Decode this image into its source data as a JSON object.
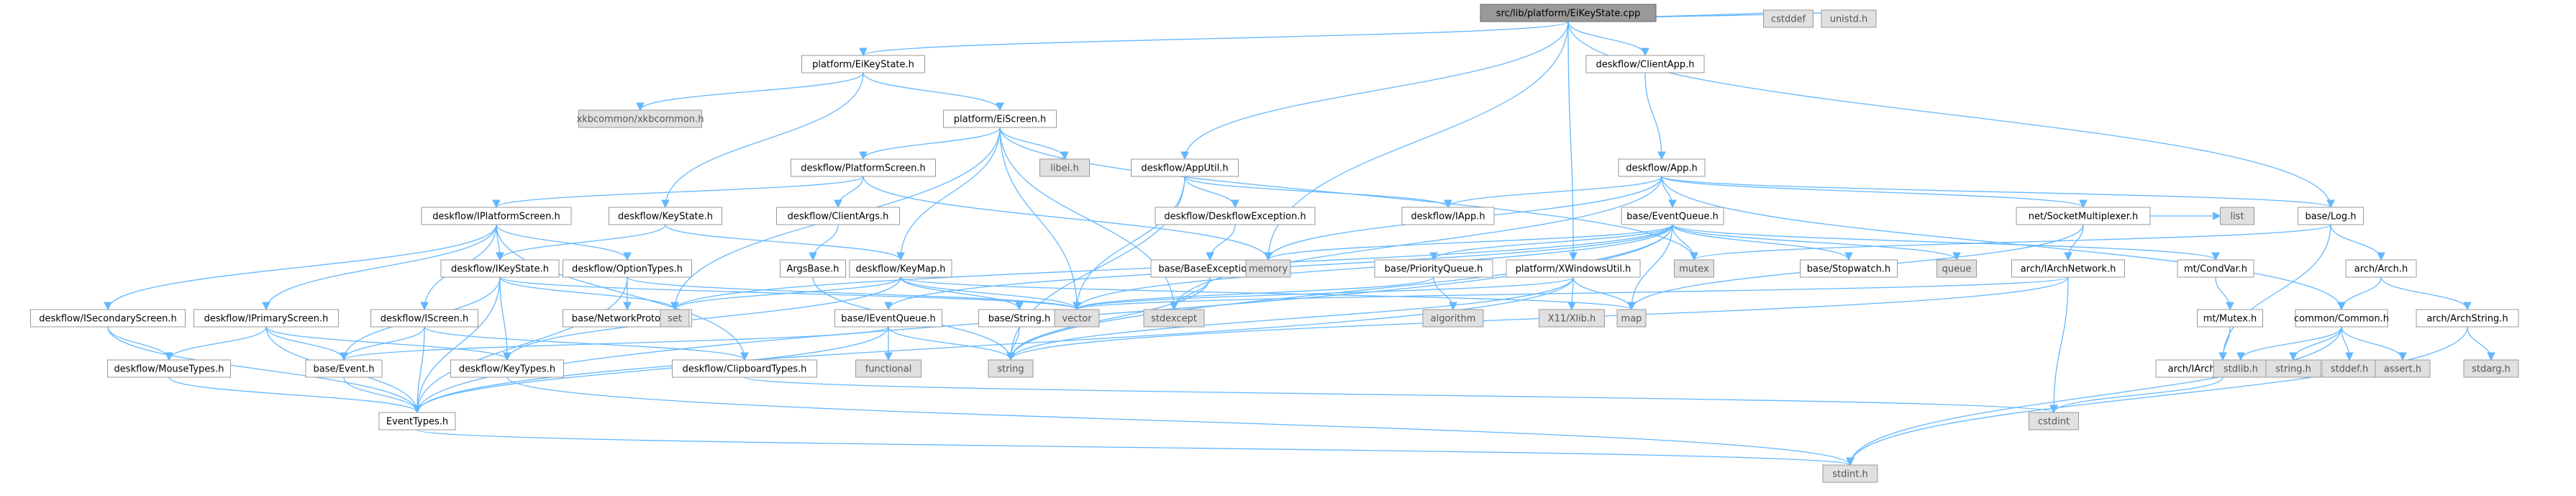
{
  "diagram": {
    "nodes": [
      {
        "id": "root",
        "label": "src/lib/platform/EiKeyState.cpp",
        "kind": "root"
      },
      {
        "id": "eikeystate_h",
        "label": "platform/EiKeyState.h",
        "kind": "doc"
      },
      {
        "id": "xkbcommon",
        "label": "xkbcommon/xkbcommon.h",
        "kind": "sys"
      },
      {
        "id": "eiscreen_h",
        "label": "platform/EiScreen.h",
        "kind": "doc"
      },
      {
        "id": "libei",
        "label": "libei.h",
        "kind": "sys"
      },
      {
        "id": "platformscreen",
        "label": "deskflow/PlatformScreen.h",
        "kind": "doc"
      },
      {
        "id": "iplatformscreen",
        "label": "deskflow/IPlatformScreen.h",
        "kind": "doc"
      },
      {
        "id": "keystate",
        "label": "deskflow/KeyState.h",
        "kind": "doc"
      },
      {
        "id": "clientargs",
        "label": "deskflow/ClientArgs.h",
        "kind": "doc"
      },
      {
        "id": "argsbase",
        "label": "ArgsBase.h",
        "kind": "doc"
      },
      {
        "id": "ikeystate",
        "label": "deskflow/IKeyState.h",
        "kind": "doc"
      },
      {
        "id": "optiontypes",
        "label": "deskflow/OptionTypes.h",
        "kind": "doc"
      },
      {
        "id": "netproto",
        "label": "base/NetworkProtocol.h",
        "kind": "doc"
      },
      {
        "id": "isecondary",
        "label": "deskflow/ISecondaryScreen.h",
        "kind": "doc"
      },
      {
        "id": "iprimary",
        "label": "deskflow/IPrimaryScreen.h",
        "kind": "doc"
      },
      {
        "id": "iscreen",
        "label": "deskflow/IScreen.h",
        "kind": "doc"
      },
      {
        "id": "mousetypes",
        "label": "deskflow/MouseTypes.h",
        "kind": "doc"
      },
      {
        "id": "baseevent",
        "label": "base/Event.h",
        "kind": "doc"
      },
      {
        "id": "keytypes",
        "label": "deskflow/KeyTypes.h",
        "kind": "doc"
      },
      {
        "id": "clipboardtypes",
        "label": "deskflow/ClipboardTypes.h",
        "kind": "doc"
      },
      {
        "id": "eventtypes",
        "label": "EventTypes.h",
        "kind": "doc"
      },
      {
        "id": "appuntil",
        "label": "deskflow/AppUtil.h",
        "kind": "doc"
      },
      {
        "id": "deskflowexc",
        "label": "deskflow/DeskflowException.h",
        "kind": "doc"
      },
      {
        "id": "baseexc",
        "label": "base/BaseException.h",
        "kind": "doc"
      },
      {
        "id": "keymap",
        "label": "deskflow/KeyMap.h",
        "kind": "doc"
      },
      {
        "id": "basestring",
        "label": "base/String.h",
        "kind": "doc"
      },
      {
        "id": "ieventqueue",
        "label": "base/IEventQueue.h",
        "kind": "doc"
      },
      {
        "id": "functional",
        "label": "functional",
        "kind": "sys"
      },
      {
        "id": "string",
        "label": "string",
        "kind": "sys"
      },
      {
        "id": "set",
        "label": "set",
        "kind": "sys"
      },
      {
        "id": "vector",
        "label": "vector",
        "kind": "sys"
      },
      {
        "id": "stdexcept",
        "label": "stdexcept",
        "kind": "sys"
      },
      {
        "id": "memory",
        "label": "memory",
        "kind": "sys"
      },
      {
        "id": "iapp",
        "label": "deskflow/IApp.h",
        "kind": "doc"
      },
      {
        "id": "clientapp",
        "label": "deskflow/ClientApp.h",
        "kind": "doc"
      },
      {
        "id": "app",
        "label": "deskflow/App.h",
        "kind": "doc"
      },
      {
        "id": "eventqueue",
        "label": "base/EventQueue.h",
        "kind": "doc"
      },
      {
        "id": "priorityqueue",
        "label": "base/PriorityQueue.h",
        "kind": "doc"
      },
      {
        "id": "algorithm",
        "label": "algorithm",
        "kind": "sys"
      },
      {
        "id": "xwinutil",
        "label": "platform/XWindowsUtil.h",
        "kind": "doc"
      },
      {
        "id": "x11",
        "label": "X11/Xlib.h",
        "kind": "sys"
      },
      {
        "id": "map",
        "label": "map",
        "kind": "sys"
      },
      {
        "id": "mutex",
        "label": "mutex",
        "kind": "sys"
      },
      {
        "id": "stopwatch",
        "label": "base/Stopwatch.h",
        "kind": "doc"
      },
      {
        "id": "queue",
        "label": "queue",
        "kind": "sys"
      },
      {
        "id": "sockmux",
        "label": "net/SocketMultiplexer.h",
        "kind": "doc"
      },
      {
        "id": "iarchnet",
        "label": "arch/IArchNetwork.h",
        "kind": "doc"
      },
      {
        "id": "condvar",
        "label": "mt/CondVar.h",
        "kind": "doc"
      },
      {
        "id": "list",
        "label": "list",
        "kind": "sys"
      },
      {
        "id": "mtmutex",
        "label": "mt/Mutex.h",
        "kind": "doc"
      },
      {
        "id": "iarchmt",
        "label": "arch/IArchMultithread.h",
        "kind": "doc"
      },
      {
        "id": "cstdint",
        "label": "cstdint",
        "kind": "sys"
      },
      {
        "id": "baselog",
        "label": "base/Log.h",
        "kind": "doc"
      },
      {
        "id": "arch",
        "label": "arch/Arch.h",
        "kind": "doc"
      },
      {
        "id": "archstring",
        "label": "arch/ArchString.h",
        "kind": "doc"
      },
      {
        "id": "stdarg",
        "label": "stdarg.h",
        "kind": "sys"
      },
      {
        "id": "common",
        "label": "common/Common.h",
        "kind": "doc"
      },
      {
        "id": "stdlib",
        "label": "stdlib.h",
        "kind": "sys"
      },
      {
        "id": "stringh",
        "label": "string.h",
        "kind": "sys"
      },
      {
        "id": "stddef",
        "label": "stddef.h",
        "kind": "sys"
      },
      {
        "id": "asserth",
        "label": "assert.h",
        "kind": "sys"
      },
      {
        "id": "stdint",
        "label": "stdint.h",
        "kind": "sys"
      },
      {
        "id": "cstddef",
        "label": "cstddef",
        "kind": "sys"
      },
      {
        "id": "unistd",
        "label": "unistd.h",
        "kind": "sys"
      }
    ],
    "edges": [
      [
        "root",
        "eikeystate_h"
      ],
      [
        "root",
        "appuntil"
      ],
      [
        "root",
        "memory"
      ],
      [
        "root",
        "xwinutil"
      ],
      [
        "root",
        "clientapp"
      ],
      [
        "root",
        "baselog"
      ],
      [
        "root",
        "cstddef"
      ],
      [
        "root",
        "unistd"
      ],
      [
        "eikeystate_h",
        "xkbcommon"
      ],
      [
        "eikeystate_h",
        "eiscreen_h"
      ],
      [
        "eikeystate_h",
        "keystate"
      ],
      [
        "eiscreen_h",
        "libei"
      ],
      [
        "eiscreen_h",
        "platformscreen"
      ],
      [
        "eiscreen_h",
        "set"
      ],
      [
        "eiscreen_h",
        "vector"
      ],
      [
        "eiscreen_h",
        "keymap"
      ],
      [
        "eiscreen_h",
        "mutex"
      ],
      [
        "eiscreen_h",
        "stdexcept"
      ],
      [
        "platformscreen",
        "iplatformscreen"
      ],
      [
        "platformscreen",
        "clientargs"
      ],
      [
        "platformscreen",
        "memory"
      ],
      [
        "clientargs",
        "argsbase"
      ],
      [
        "argsbase",
        "string"
      ],
      [
        "iplatformscreen",
        "ikeystate"
      ],
      [
        "iplatformscreen",
        "isecondary"
      ],
      [
        "iplatformscreen",
        "iprimary"
      ],
      [
        "iplatformscreen",
        "iscreen"
      ],
      [
        "iplatformscreen",
        "optiontypes"
      ],
      [
        "iplatformscreen",
        "clipboardtypes"
      ],
      [
        "keystate",
        "ikeystate"
      ],
      [
        "keystate",
        "keymap"
      ],
      [
        "ikeystate",
        "baseevent"
      ],
      [
        "ikeystate",
        "keytypes"
      ],
      [
        "ikeystate",
        "set"
      ],
      [
        "ikeystate",
        "eventtypes"
      ],
      [
        "ikeystate",
        "vector"
      ],
      [
        "optiontypes",
        "netproto"
      ],
      [
        "optiontypes",
        "eventtypes"
      ],
      [
        "optiontypes",
        "vector"
      ],
      [
        "isecondary",
        "mousetypes"
      ],
      [
        "isecondary",
        "eventtypes"
      ],
      [
        "iprimary",
        "mousetypes"
      ],
      [
        "iprimary",
        "baseevent"
      ],
      [
        "iprimary",
        "keytypes"
      ],
      [
        "iprimary",
        "eventtypes"
      ],
      [
        "iscreen",
        "baseevent"
      ],
      [
        "iscreen",
        "eventtypes"
      ],
      [
        "iscreen",
        "clipboardtypes"
      ],
      [
        "mousetypes",
        "eventtypes"
      ],
      [
        "baseevent",
        "eventtypes"
      ],
      [
        "keytypes",
        "stdint"
      ],
      [
        "clipboardtypes",
        "cstdint"
      ],
      [
        "eventtypes",
        "stdint"
      ],
      [
        "appuntil",
        "iapp"
      ],
      [
        "appuntil",
        "deskflowexc"
      ],
      [
        "appuntil",
        "string"
      ],
      [
        "appuntil",
        "vector"
      ],
      [
        "deskflowexc",
        "baseexc"
      ],
      [
        "baseexc",
        "string"
      ],
      [
        "baseexc",
        "stdexcept"
      ],
      [
        "keymap",
        "basestring"
      ],
      [
        "keymap",
        "keytypes"
      ],
      [
        "keymap",
        "map"
      ],
      [
        "keymap",
        "set"
      ],
      [
        "keymap",
        "vector"
      ],
      [
        "basestring",
        "string"
      ],
      [
        "ieventqueue",
        "baseevent"
      ],
      [
        "ieventqueue",
        "functional"
      ],
      [
        "ieventqueue",
        "string"
      ],
      [
        "ieventqueue",
        "eventtypes"
      ],
      [
        "clientapp",
        "app"
      ],
      [
        "app",
        "iapp"
      ],
      [
        "app",
        "eventqueue"
      ],
      [
        "app",
        "sockmux"
      ],
      [
        "app",
        "baselog"
      ],
      [
        "app",
        "common"
      ],
      [
        "app",
        "memory"
      ],
      [
        "app",
        "stdexcept"
      ],
      [
        "eventqueue",
        "ieventqueue"
      ],
      [
        "eventqueue",
        "priorityqueue"
      ],
      [
        "eventqueue",
        "stopwatch"
      ],
      [
        "eventqueue",
        "condvar"
      ],
      [
        "eventqueue",
        "mutex"
      ],
      [
        "eventqueue",
        "queue"
      ],
      [
        "eventqueue",
        "map"
      ],
      [
        "eventqueue",
        "memory"
      ],
      [
        "eventqueue",
        "set"
      ],
      [
        "eventqueue",
        "string"
      ],
      [
        "eventqueue",
        "vector"
      ],
      [
        "eventqueue",
        "eventtypes"
      ],
      [
        "priorityqueue",
        "algorithm"
      ],
      [
        "priorityqueue",
        "vector"
      ],
      [
        "xwinutil",
        "x11"
      ],
      [
        "xwinutil",
        "map"
      ],
      [
        "xwinutil",
        "string"
      ],
      [
        "xwinutil",
        "vector"
      ],
      [
        "xwinutil",
        "eventtypes"
      ],
      [
        "sockmux",
        "iarchnet"
      ],
      [
        "sockmux",
        "list"
      ],
      [
        "sockmux",
        "map"
      ],
      [
        "iarchnet",
        "string"
      ],
      [
        "iarchnet",
        "vector"
      ],
      [
        "iarchnet",
        "cstdint"
      ],
      [
        "condvar",
        "mtmutex"
      ],
      [
        "mtmutex",
        "iarchmt"
      ],
      [
        "iarchmt",
        "cstdint"
      ],
      [
        "baselog",
        "arch"
      ],
      [
        "baselog",
        "iarchmt"
      ],
      [
        "baselog",
        "mutex"
      ],
      [
        "arch",
        "archstring"
      ],
      [
        "arch",
        "common"
      ],
      [
        "archstring",
        "stdarg"
      ],
      [
        "archstring",
        "stdint"
      ],
      [
        "common",
        "stdlib"
      ],
      [
        "common",
        "stringh"
      ],
      [
        "common",
        "stddef"
      ],
      [
        "common",
        "asserth"
      ],
      [
        "common",
        "stdint"
      ]
    ]
  }
}
